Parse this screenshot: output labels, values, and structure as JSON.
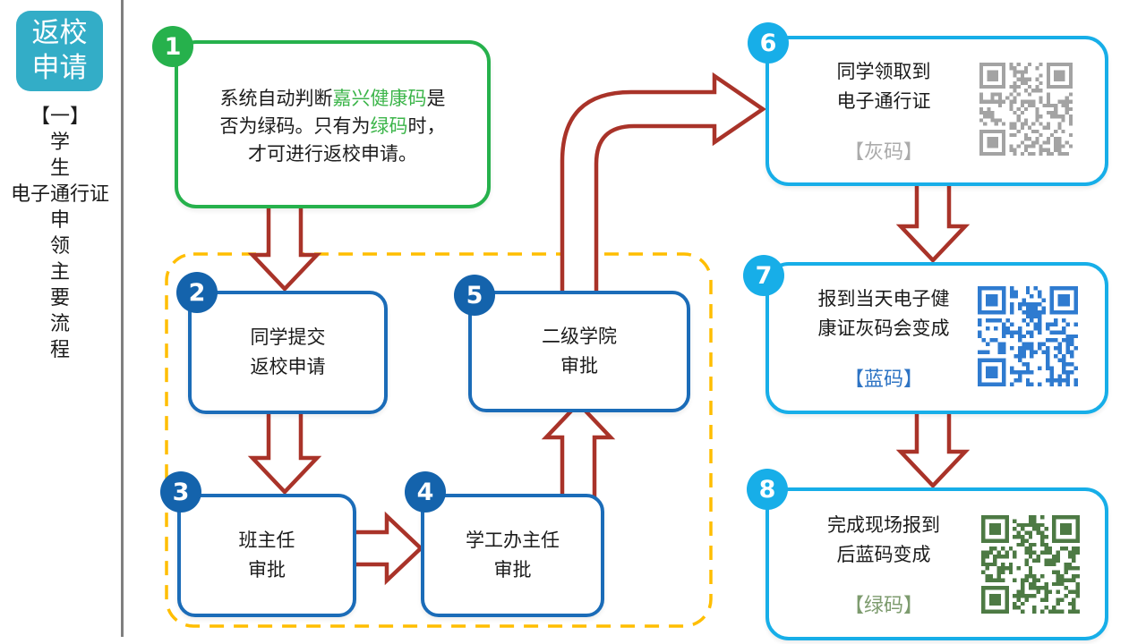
{
  "sidebar": {
    "badge_lines": [
      "返校",
      "申请"
    ],
    "title_lines": [
      "【一】",
      "学",
      "生",
      "电子通行证",
      "申",
      "领",
      "主",
      "要",
      "流",
      "程"
    ]
  },
  "boxes": {
    "b1": {
      "number": "1",
      "r1": "系统自动判断",
      "r2": "嘉兴健康码",
      "r3": "是",
      "r4": "否为绿码。只有为",
      "r5": "绿码",
      "r6": "时，",
      "r7": "才可进行返校申请。"
    },
    "b2": {
      "number": "2",
      "line1": "同学提交",
      "line2": "返校申请"
    },
    "b3": {
      "number": "3",
      "line1": "班主任",
      "line2": "审批"
    },
    "b4": {
      "number": "4",
      "line1": "学工办主任",
      "line2": "审批"
    },
    "b5": {
      "number": "5",
      "line1": "二级学院",
      "line2": "审批"
    },
    "b6": {
      "number": "6",
      "line1": "同学领取到",
      "line2": "电子通行证",
      "label": "【灰码】"
    },
    "b7": {
      "number": "7",
      "line1": "报到当天电子健",
      "line2": "康证灰码会变成",
      "label": "【蓝码】"
    },
    "b8": {
      "number": "8",
      "line1": "完成现场报到",
      "line2": "后蓝码变成",
      "label": "【绿码】"
    }
  },
  "colors": {
    "step1_border": "#26B14C",
    "approval_border": "#1B6CB8",
    "approval_badge": "#1463AC",
    "result_border": "#17AEE8",
    "arrow": "#A93329",
    "dashed_container": "#FFBE00",
    "sidebar_badge_bg": "#33ADC7",
    "divider": "#7F7F7F",
    "text_highlight_green": "#3CB54A",
    "label_gray": "#ABABAB",
    "label_blue": "#2E74C4",
    "label_green": "#7D9B6E"
  },
  "qr": {
    "b6": {
      "name": "qr-code-gray",
      "color": "#A3A3A3",
      "seed": 61
    },
    "b7": {
      "name": "qr-code-blue",
      "color": "#2F7BD0",
      "seed": 72
    },
    "b8": {
      "name": "qr-code-green",
      "color": "#4D7A44",
      "seed": 83
    }
  }
}
